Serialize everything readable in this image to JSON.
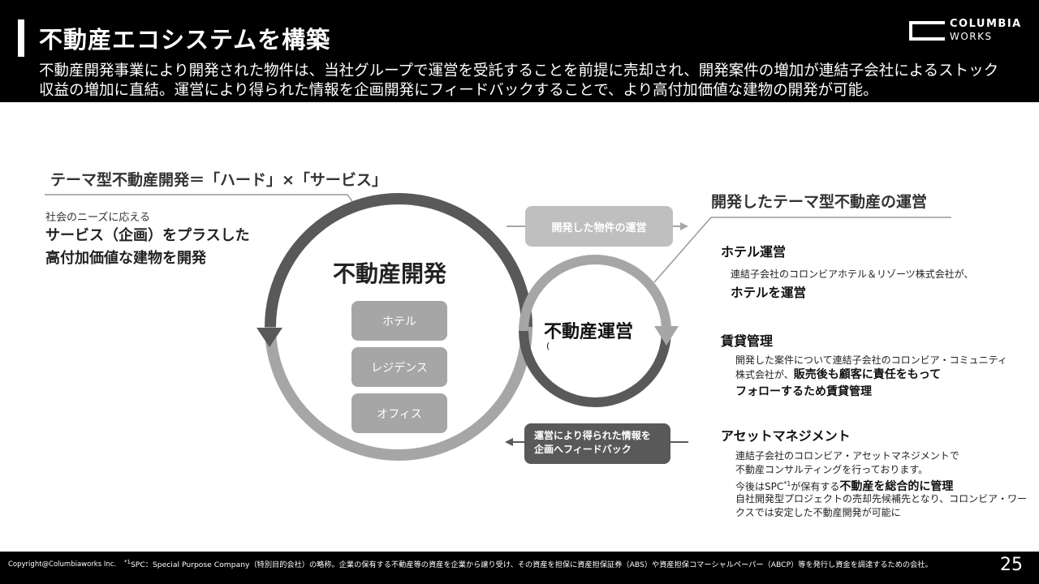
{
  "header": {
    "title": "不動産エコシステムを構築",
    "lead": "不動産開発事業により開発された物件は、当社グループで運営を受託することを前提に売却され、開発案件の増加が連結子会社によるストック収益の増加に直結。運営により得られた情報を企画開発にフィードバックすることで、より高付加価値な建物の開発が可能。",
    "logo_line1": "COLUMBIA",
    "logo_line2": "WORKS"
  },
  "left": {
    "heading": "テーマ型不動産開発＝「ハード」×「サービス」",
    "need_label": "社会のニーズに応える",
    "service_line1": "サービス（企画）をプラスした",
    "service_line2": "高付加価値な建物を開発"
  },
  "development": {
    "title": "不動産開発",
    "types": [
      "ホテル",
      "レジデンス",
      "オフィス"
    ]
  },
  "operation": {
    "title": "不動産運営",
    "sub": "("
  },
  "flows": {
    "to_operation": "開発した物件の運営",
    "feedback_line1": "運営により得られた情報を",
    "feedback_line2": "企画へフィードバック"
  },
  "right": {
    "heading": "開発したテーマ型不動産の運営",
    "hotel": {
      "title": "ホテル運営",
      "desc": "連結子会社のコロンビアホテル＆リゾーツ株式会社が、",
      "emph": "ホテルを運営"
    },
    "rental": {
      "title": "賃貸管理",
      "desc1": "開発した案件について連結子会社のコロンビア・コミュニティ",
      "desc2_plain": "株式会社が、",
      "desc2_bold": "販売後も顧客に責任をもって",
      "desc3_bold": "フォローするため賃貸管理"
    },
    "asset": {
      "title": "アセットマネジメント",
      "desc1": "連結子会社のコロンビア・アセットマネジメントで",
      "desc2": "不動産コンサルティングを行っております。",
      "desc3_plain": "今後はSPC",
      "desc3_sup": "*1",
      "desc3_mid": "が保有する",
      "desc3_bold": "不動産を総合的に管理",
      "desc4": "自社開発型プロジェクトの売却先候補先となり、コロンビア・ワー",
      "desc5": "クスでは安定した不動産開発が可能に"
    }
  },
  "footer": {
    "copyright": "Copyright@Columbiaworks Inc.",
    "footnote_sup": "*1",
    "footnote": "SPC：Special Purpose Company（特別目的会社）の略称。企業の保有する不動産等の資産を企業から譲り受け、その資産を担保に資産担保証券（ABS）や資産担保コマーシャルペーパー（ABCP）等を発行し資金を調達するための会社。",
    "page": "25"
  },
  "colors": {
    "dark_ring": "#595959",
    "light_ring": "#a6a6a6",
    "pill": "#a6a6a6",
    "badge_light": "#bfbfbf",
    "badge_dark": "#595959"
  }
}
